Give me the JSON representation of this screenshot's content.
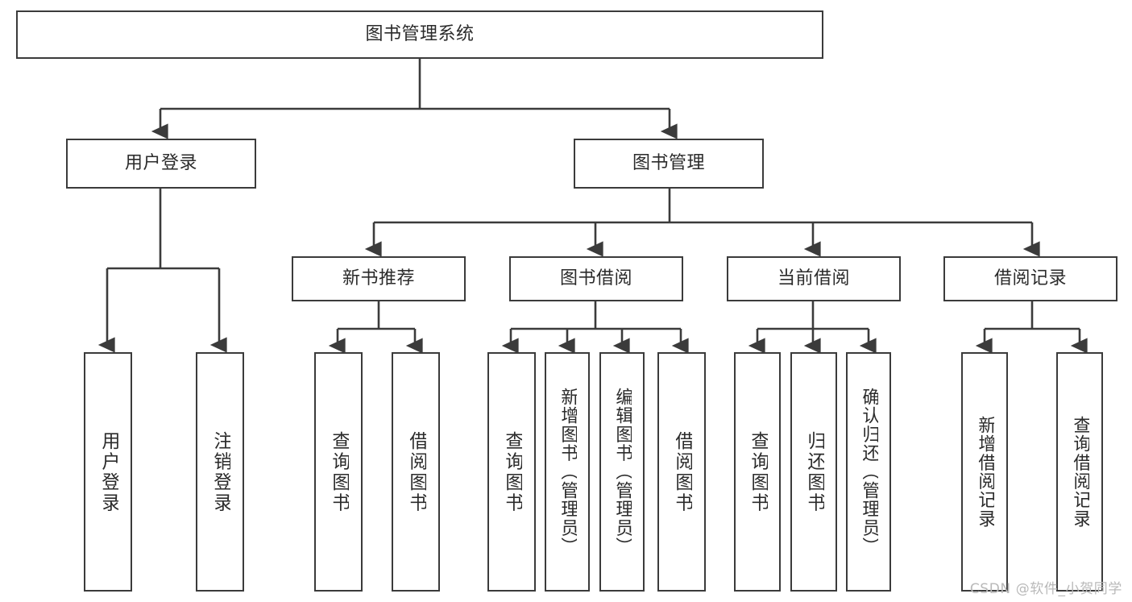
{
  "diagram": {
    "title": "图书管理系统",
    "type": "tree-hierarchy",
    "orientation": "top-down",
    "style": {
      "background_color": "#ffffff",
      "box_border_color": "#3b3b3b",
      "box_fill_color": "#ffffff",
      "edge_color": "#3b3b3b",
      "text_color": "#2b2b2b"
    }
  },
  "nodes": {
    "root": {
      "label": "图书管理系统"
    },
    "level1": [
      {
        "id": "user-login",
        "label": "用户登录"
      },
      {
        "id": "book-manage",
        "label": "图书管理"
      }
    ],
    "level2": [
      {
        "id": "new-book-recommend",
        "label": "新书推荐"
      },
      {
        "id": "book-borrow",
        "label": "图书借阅"
      },
      {
        "id": "current-borrow",
        "label": "当前借阅"
      },
      {
        "id": "borrow-record",
        "label": "借阅记录"
      }
    ],
    "leaves": {
      "user_login": [
        {
          "id": "leaf-user-login",
          "label": "用户登录"
        },
        {
          "id": "leaf-logout-login",
          "label": "注销登录"
        }
      ],
      "new_book_recommend": [
        {
          "id": "leaf-query-book-1",
          "label": "查询图书"
        },
        {
          "id": "leaf-borrow-book-1",
          "label": "借阅图书"
        }
      ],
      "book_borrow": [
        {
          "id": "leaf-query-book-2",
          "label": "查询图书"
        },
        {
          "id": "leaf-add-book",
          "label": "新增图书（管理员）"
        },
        {
          "id": "leaf-edit-book",
          "label": "编辑图书（管理员）"
        },
        {
          "id": "leaf-borrow-book-2",
          "label": "借阅图书"
        }
      ],
      "current_borrow": [
        {
          "id": "leaf-query-book-3",
          "label": "查询图书"
        },
        {
          "id": "leaf-return-book",
          "label": "归还图书"
        },
        {
          "id": "leaf-confirm-return",
          "label": "确认归还（管理员）"
        }
      ],
      "borrow_record": [
        {
          "id": "leaf-add-record",
          "label": "新增借阅记录"
        },
        {
          "id": "leaf-query-record",
          "label": "查询借阅记录"
        }
      ]
    }
  },
  "watermark": {
    "text": "CSDN @软件_小贺同学"
  }
}
